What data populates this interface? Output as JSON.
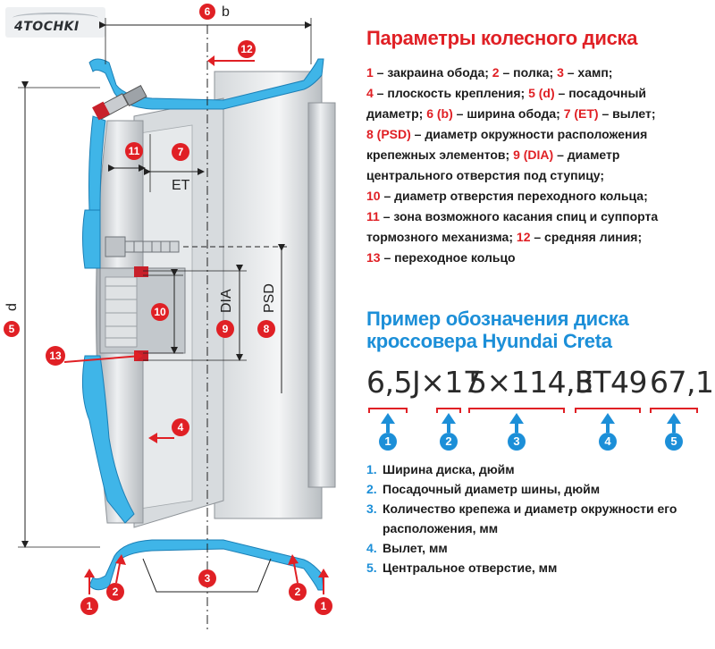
{
  "logo": {
    "text": "4TOCHKI"
  },
  "params": {
    "title": "Параметры колесного диска",
    "lines": [
      [
        {
          "t": "1",
          "r": true
        },
        {
          "t": " – закраина обода; "
        },
        {
          "t": "2",
          "r": true
        },
        {
          "t": " – полка; "
        },
        {
          "t": "3",
          "r": true
        },
        {
          "t": " – хамп;"
        }
      ],
      [
        {
          "t": "4",
          "r": true
        },
        {
          "t": " – плоскость крепления; "
        },
        {
          "t": "5 (d)",
          "r": true
        },
        {
          "t": " – посадочный"
        }
      ],
      [
        {
          "t": "диаметр; "
        },
        {
          "t": "6 (b)",
          "r": true
        },
        {
          "t": " – ширина обода; "
        },
        {
          "t": "7 (ET)",
          "r": true
        },
        {
          "t": " – вылет;"
        }
      ],
      [
        {
          "t": "8 (PSD)",
          "r": true
        },
        {
          "t": " – диаметр окружности расположения"
        }
      ],
      [
        {
          "t": "крепежных элементов; "
        },
        {
          "t": "9 (DIA)",
          "r": true
        },
        {
          "t": " – диаметр"
        }
      ],
      [
        {
          "t": "центрального отверстия под ступицу;"
        }
      ],
      [
        {
          "t": "10",
          "r": true
        },
        {
          "t": " – диаметр отверстия переходного кольца;"
        }
      ],
      [
        {
          "t": "11",
          "r": true
        },
        {
          "t": " – зона возможного касания спиц и суппорта"
        }
      ],
      [
        {
          "t": "тормозного механизма; "
        },
        {
          "t": "12",
          "r": true
        },
        {
          "t": " – средняя линия;"
        }
      ],
      [
        {
          "t": "13",
          "r": true
        },
        {
          "t": " – переходное кольцо"
        }
      ]
    ]
  },
  "example": {
    "title": "Пример обозначения диска кроссовера Hyundai Creta",
    "codes": [
      "6,5J×17",
      "5×114,3",
      "ET49",
      "67,1"
    ],
    "markers": [
      "1",
      "2",
      "3",
      "4",
      "5"
    ],
    "legend": [
      {
        "num": "1.",
        "text": "Ширина диска, дюйм"
      },
      {
        "num": "2.",
        "text": "Посадочный диаметр шины, дюйм"
      },
      {
        "num": "3.",
        "text": "Количество крепежа и диаметр окружности его расположения, мм"
      },
      {
        "num": "4.",
        "text": "Вылет, мм"
      },
      {
        "num": "5.",
        "text": "Центральное отверстие, мм"
      }
    ]
  },
  "diagram": {
    "badges": [
      "1",
      "2",
      "3",
      "4",
      "5",
      "6",
      "7",
      "8",
      "9",
      "10",
      "11",
      "12",
      "13"
    ],
    "labels": {
      "b": "b",
      "d": "d",
      "et": "ET",
      "dia": "DIA",
      "psd": "PSD"
    }
  },
  "colors": {
    "accent_red": "#e02025",
    "accent_blue": "#1c8fd8",
    "rim_cyan": "#3fb5e8",
    "metal": "#c8ccd0"
  }
}
